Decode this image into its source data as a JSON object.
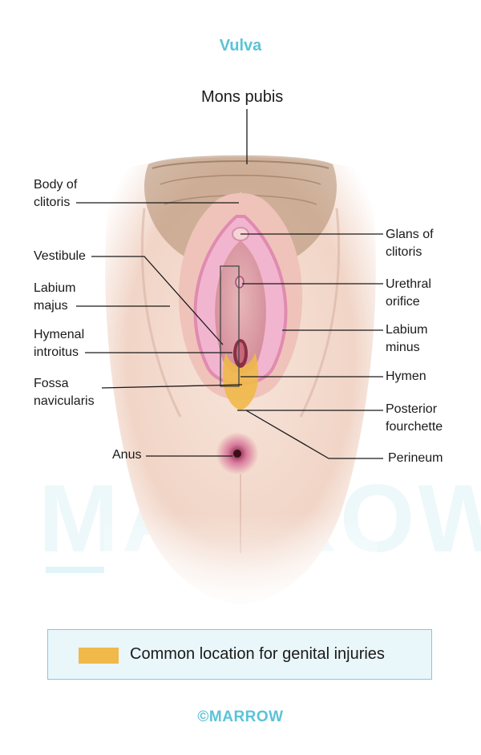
{
  "title": "Vulva",
  "labels": {
    "mons_pubis": "Mons pubis",
    "body_of_clitoris": "Body of\nclitoris",
    "vestibule": "Vestibule",
    "labium_majus": "Labium\nmajus",
    "hymenal_introitus": "Hymenal\nintroitus",
    "fossa_navicularis": "Fossa\nnavicularis",
    "anus": "Anus",
    "glans_of_clitoris": "Glans of\nclitoris",
    "urethral_orifice": "Urethral\norifice",
    "labium_minus": "Labium\nminus",
    "hymen": "Hymen",
    "posterior_fourchette": "Posterior\nfourchette",
    "perineum": "Perineum"
  },
  "legend": {
    "text": "Common location for genital injuries",
    "color": "#f0b94a"
  },
  "watermark": "MARROW",
  "footer": "©MARROW",
  "colors": {
    "accent": "#5bc3d7",
    "skin": "#f3d9cc",
    "hair": "#8a6b4e",
    "labia": "#e9a7c4",
    "injury": "#f0b94a"
  }
}
